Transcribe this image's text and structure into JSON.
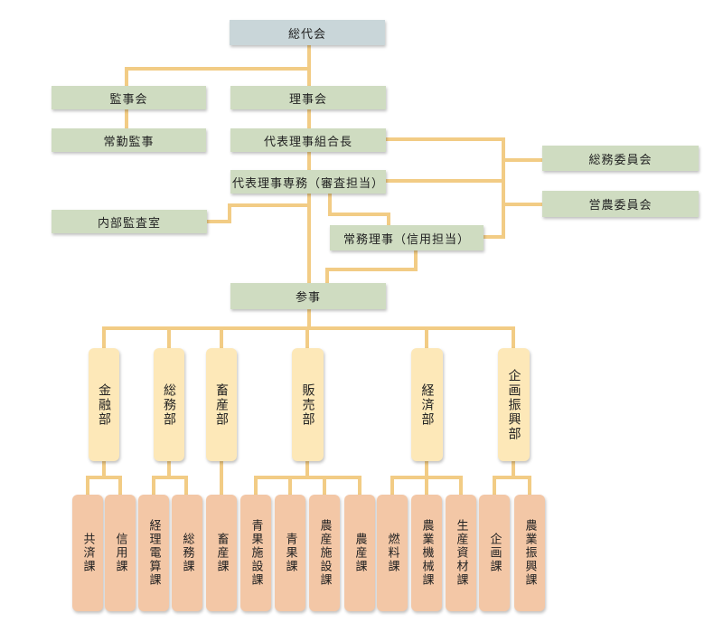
{
  "governance": {
    "sodaikai": "総代会",
    "kanjikai": "監事会",
    "rijikai": "理事会",
    "jokin_kanji": "常勤監事",
    "kumiaicho": "代表理事組合長",
    "senmu": "代表理事専務（審査担当）",
    "naibu_kansa": "内部監査室",
    "jomu": "常務理事（信用担当）",
    "somu_iinkai": "総務委員会",
    "einou_iinkai": "営農委員会",
    "sanji": "参事"
  },
  "departments": [
    {
      "name": "金融部",
      "sections": [
        "共済課",
        "信用課"
      ]
    },
    {
      "name": "総務部",
      "sections": [
        "経理電算課",
        "総務課"
      ]
    },
    {
      "name": "畜産部",
      "sections": [
        "畜産課"
      ]
    },
    {
      "name": "販売部",
      "sections": [
        "青果施設課",
        "青果課",
        "農産施設課",
        "農産課"
      ]
    },
    {
      "name": "経済部",
      "sections": [
        "燃料課",
        "農業機械課",
        "生産資材課"
      ]
    },
    {
      "name": "企画振興部",
      "sections": [
        "企画課",
        "農業振興課"
      ]
    }
  ]
}
